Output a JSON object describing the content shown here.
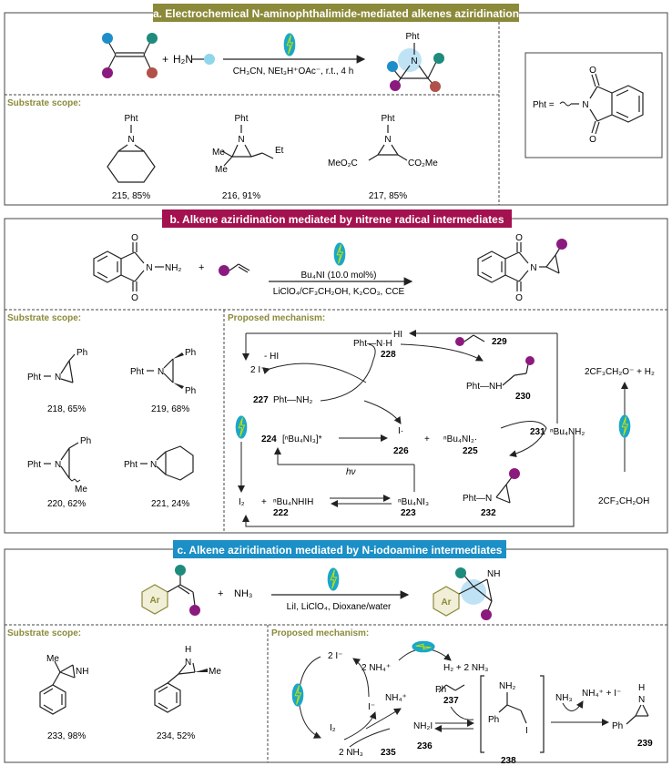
{
  "colors": {
    "banner_a": "#8b8a3a",
    "banner_b": "#a3114f",
    "banner_c": "#1b8fc6",
    "section_heading": "#8b8a3a",
    "teal": "#1e8b7c",
    "purple": "#8b1a7e",
    "brown": "#b0514a",
    "blue": "#1d8ec9",
    "cyan": "#8fd6ea",
    "highlight": "#bfe3f5",
    "bolt_fill": "#1aa7c8",
    "bolt_line": "#c8e000"
  },
  "icons": [
    "lightning-bolt-icon",
    "colored-substituent-dot"
  ],
  "section_a": {
    "banner": "a. Electrochemical N-aminophthalimide-mediated alkenes aziridination",
    "nh2": "H₂N",
    "plus": "+",
    "conditions": "CH₃CN, NEt₃H⁺OAc⁻, r.t., 4 h",
    "product_label": "Pht",
    "product_n": "N",
    "scope_heading": "Substrate scope:",
    "pht_def": "Pht =",
    "pht_o": "O",
    "pht_n": "N",
    "compounds": [
      {
        "top": "Pht",
        "n": "N",
        "caption": "215, 85%"
      },
      {
        "top": "Pht",
        "n": "N",
        "sub1": "Me",
        "sub2": "Me",
        "sub3": "Et",
        "caption": "216, 91%"
      },
      {
        "top": "Pht",
        "n": "N",
        "sub1": "MeO₂C",
        "sub2": "CO₂Me",
        "caption": "217, 85%"
      }
    ]
  },
  "section_b": {
    "banner": "b. Alkene aziridination mediated by nitrene radical intermediates",
    "plus": "+",
    "o": "O",
    "n": "N",
    "nh2": "NH₂",
    "catalyst": "Bu₄NI (10.0 mol%)",
    "conditions": "LiClO₄/CF₃CH₂OH, K₂CO₃, CCE",
    "scope_heading": "Substrate scope:",
    "mechanism_heading": "Proposed mechanism:",
    "compounds": [
      {
        "pht": "Pht",
        "n": "N",
        "ph": "Ph",
        "caption": "218, 65%"
      },
      {
        "pht": "Pht",
        "n": "N",
        "ph1": "Ph",
        "ph2": "Ph",
        "caption": "219, 68%"
      },
      {
        "pht": "Pht",
        "n": "N",
        "ph": "Ph",
        "me": "Me",
        "caption": "220, 62%"
      },
      {
        "pht": "Pht",
        "n": "N",
        "caption": "221, 24%"
      }
    ],
    "mech": {
      "hi": "HI",
      "minus_hi": "- HI",
      "two_i": "2 I⁻",
      "c227_label": "227",
      "c227": "Pht—NH₂",
      "c228_label": "228",
      "c228": "Pht—N·H",
      "c229_label": "229",
      "c230_label": "230",
      "c230": "Pht—NH",
      "c224_label": "224",
      "c224": "[ⁿBu₄NI₃]*",
      "c226_label": "226",
      "c226": "I·",
      "plus": "+",
      "c225_label": "225",
      "c225": "ⁿBu₄NI₂·",
      "c231_label": "231",
      "c231": "ⁿBu₄NH₂",
      "hv": "hν",
      "i2": "I₂",
      "nbu4nhih": "ⁿBu₄NHIH",
      "c222_label": "222",
      "nbu4ni3": "ⁿBu₄NI₃",
      "c223_label": "223",
      "c232_label": "232",
      "c232": "Pht—N",
      "side_top": "2CF₃CH₂O⁻ + H₂",
      "side_bottom": "2CF₃CH₂OH"
    }
  },
  "section_c": {
    "banner": "c. Alkene aziridination mediated by N-iodoamine intermediates",
    "ar": "Ar",
    "plus": "+",
    "nh3": "NH₃",
    "conditions": "LiI, LiClO₄, Dioxane/water",
    "nh": "NH",
    "scope_heading": "Substrate scope:",
    "mechanism_heading": "Proposed mechanism:",
    "compounds": [
      {
        "me": "Me",
        "nh": "NH",
        "caption": "233, 98%"
      },
      {
        "h": "H",
        "n": "N",
        "me": "Me",
        "caption": "234, 52%"
      }
    ],
    "mech": {
      "two_i": "2 I⁻",
      "i_minus": "I⁻",
      "nh4": "NH₄⁺",
      "i2": "I₂",
      "two_nh3": "2 NH₃",
      "c235_label": "235",
      "two_nh4": "2 NH₄⁺",
      "h2_nh3": "H₂ + 2 NH₃",
      "c237_label": "237",
      "nh2i": "NH₂I",
      "c236_label": "236",
      "nh2": "NH₂",
      "ph": "Ph",
      "i": "I",
      "c238_label": "238",
      "nh3": "NH₃",
      "nh4_i": "NH₄⁺ + I⁻",
      "h": "H",
      "n": "N",
      "c239_label": "239"
    }
  }
}
